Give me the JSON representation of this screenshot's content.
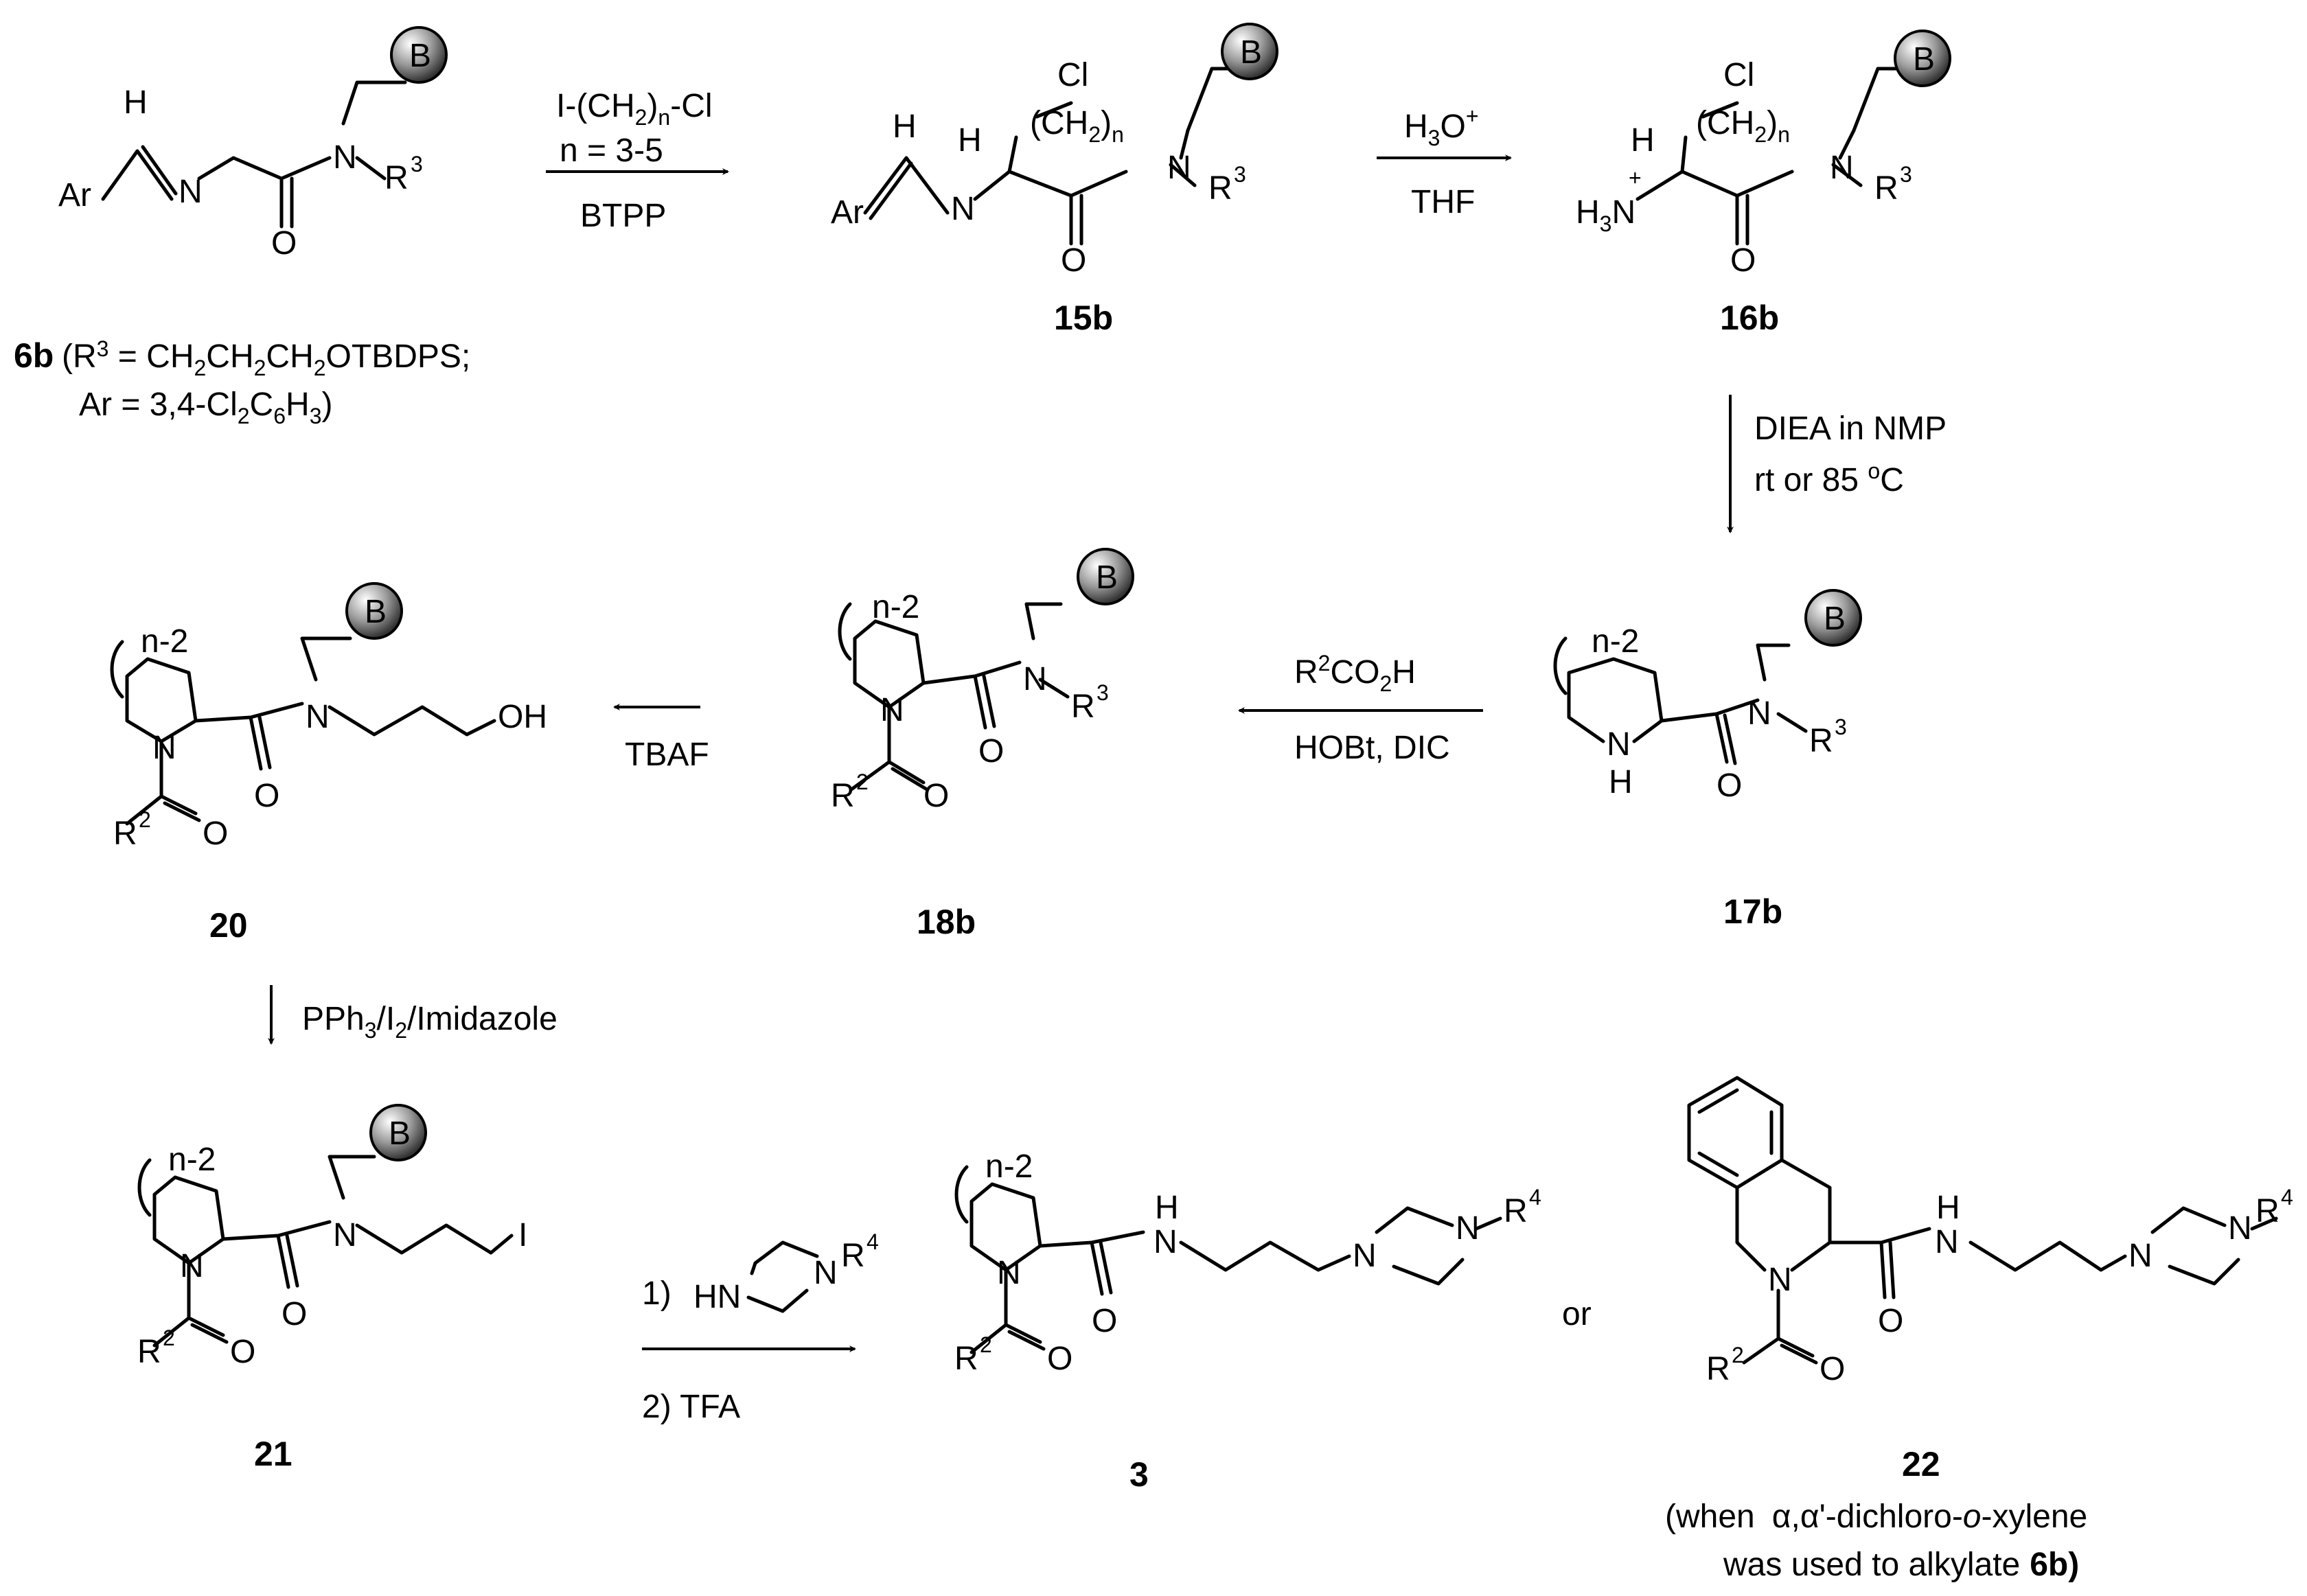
{
  "bead_label": "B",
  "atoms": {
    "H": "H",
    "N": "N",
    "O": "O",
    "Ar": "Ar",
    "R": "R",
    "Cl": "Cl",
    "I": "I",
    "OH": "OH",
    "HN": "HN",
    "H3": "H",
    "three": "3",
    "two": "2",
    "four": "4",
    "n": "n",
    "n2": "n-2",
    "plus": "+",
    "CH2n": "(CH",
    "close": ")",
    "ch2": "2"
  },
  "compounds": {
    "c6b": {
      "label": "6b",
      "note1": "(R",
      "note1b": " = CH",
      "note1c": "CH",
      "note1d": "CH",
      "note1e": "OTBDPS;",
      "note2": "Ar = 3,4-Cl",
      "note2b": "C",
      "note2c": "H",
      "note2d": ")"
    },
    "c15b": {
      "label": "15b"
    },
    "c16b": {
      "label": "16b"
    },
    "c17b": {
      "label": "17b"
    },
    "c18b": {
      "label": "18b"
    },
    "c20": {
      "label": "20"
    },
    "c21": {
      "label": "21"
    },
    "c3": {
      "label": "3"
    },
    "c22": {
      "label": "22",
      "note1": "(when",
      "note1b": "α,α'-dichloro-",
      "note1c": "o",
      "note1d": "-xylene",
      "note2": "was used to alkylate",
      "note2b": "6b)"
    }
  },
  "reagents": {
    "r1_line1a": "I-(CH",
    "r1_line1b": ")",
    "r1_line1c": "-Cl",
    "r1_line2": "n = 3-5",
    "r1_line3": "BTPP",
    "r2_line1": "H",
    "r2_line1b": "O",
    "r2_line2": "THF",
    "r3_line1": "DIEA in NMP",
    "r3_line2a": "rt or 85 ",
    "r3_line2b": "o",
    "r3_line2c": "C",
    "r4_line1a": "R",
    "r4_line1b": "CO",
    "r4_line1c": "H",
    "r4_line2": "HOBt, DIC",
    "r5_line1": "TBAF",
    "r6_line1a": "PPh",
    "r6_line1b": "/I",
    "r6_line1c": "/Imidazole",
    "r7_step1": "1)",
    "r7_step2": "2) TFA"
  },
  "or_text": "or"
}
